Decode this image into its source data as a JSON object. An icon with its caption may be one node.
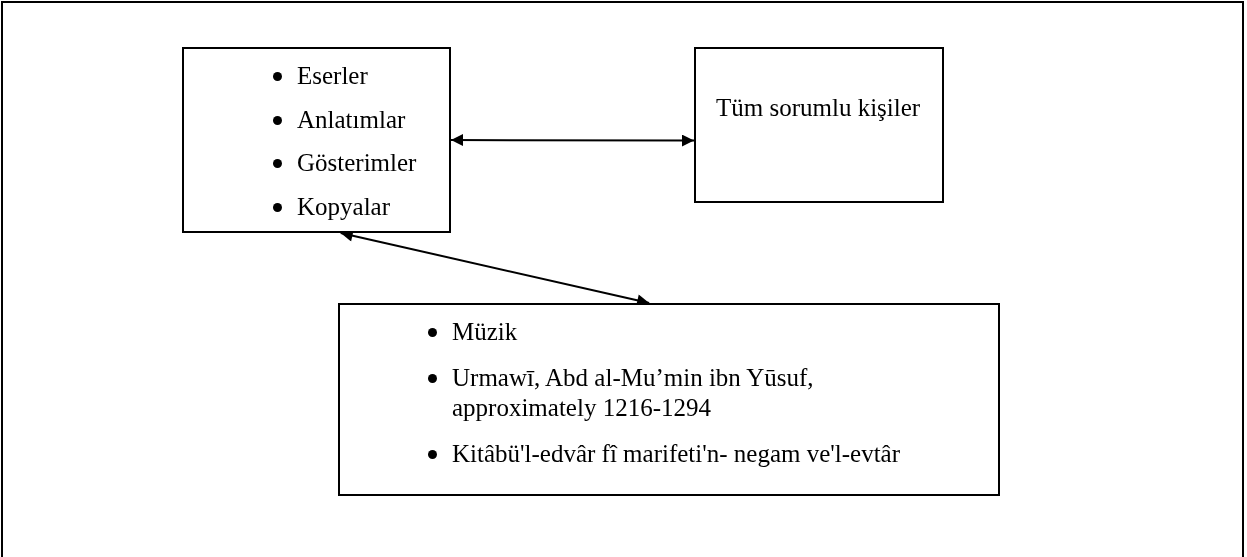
{
  "diagram": {
    "nodes": [
      {
        "text": [
          "Eserler",
          "Anlatımlar",
          "Gösterimler",
          "Kopyalar"
        ]
      },
      {
        "text": [
          "Tüm sorumlu kişiler"
        ]
      },
      {
        "text": [
          "Müzik",
          "Urmawī, Abd al-Mu’min ibn Yūsuf, approximately 1216-1294",
          "Kitâbü'l-edvâr fî marifeti'n- negam ve'l-evtâr"
        ]
      }
    ],
    "edges": [
      {
        "from": 0,
        "to": 1,
        "arrow": "both"
      },
      {
        "from": 0,
        "to": 2,
        "arrow": "both"
      }
    ]
  }
}
